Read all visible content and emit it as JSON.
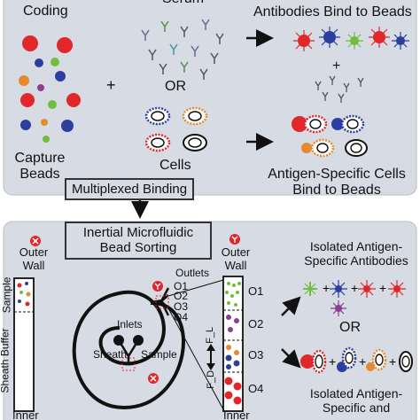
{
  "top": {
    "coding": "Coding",
    "serum": "Serum",
    "antibodies_bind": "Antibodies Bind to Beads",
    "plus": "+",
    "or": "OR",
    "capture_beads": "Capture\nBeads",
    "cells": "Cells",
    "antigen_cells_bind": "Antigen-Specific Cells\nBind to Beads",
    "multiplexed_binding": "Multiplexed Binding"
  },
  "bottom": {
    "title": "Inertial Microfluidic\nBead Sorting",
    "outer_wall_left": "Outer\nWall",
    "sample": "Sample",
    "sheath_buffer": "Sheath Buffer",
    "inner_left": "Inner",
    "outlets": "Outlets",
    "outlet_labels": [
      "O1",
      "O2",
      "O3",
      "O4"
    ],
    "inlets": "Inlets",
    "sheath": "Sheath",
    "sample_inlet": "Sample",
    "outer_wall_right": "Outer\nWall",
    "force_lift": "F_L",
    "force_drag": "F_D",
    "inner_right": "Inner",
    "isolated_antibodies": "Isolated Antigen-\nSpecific Antibodies",
    "or": "OR",
    "isolated_cells": "Isolated Antigen-\nSpecific and"
  },
  "colors": {
    "panel_bg": "#d7dbe3",
    "red": "#e0282b",
    "blue": "#2c3f9e",
    "green": "#6fbf3c",
    "orange": "#e68a2e",
    "purple": "#8b3d8f"
  }
}
